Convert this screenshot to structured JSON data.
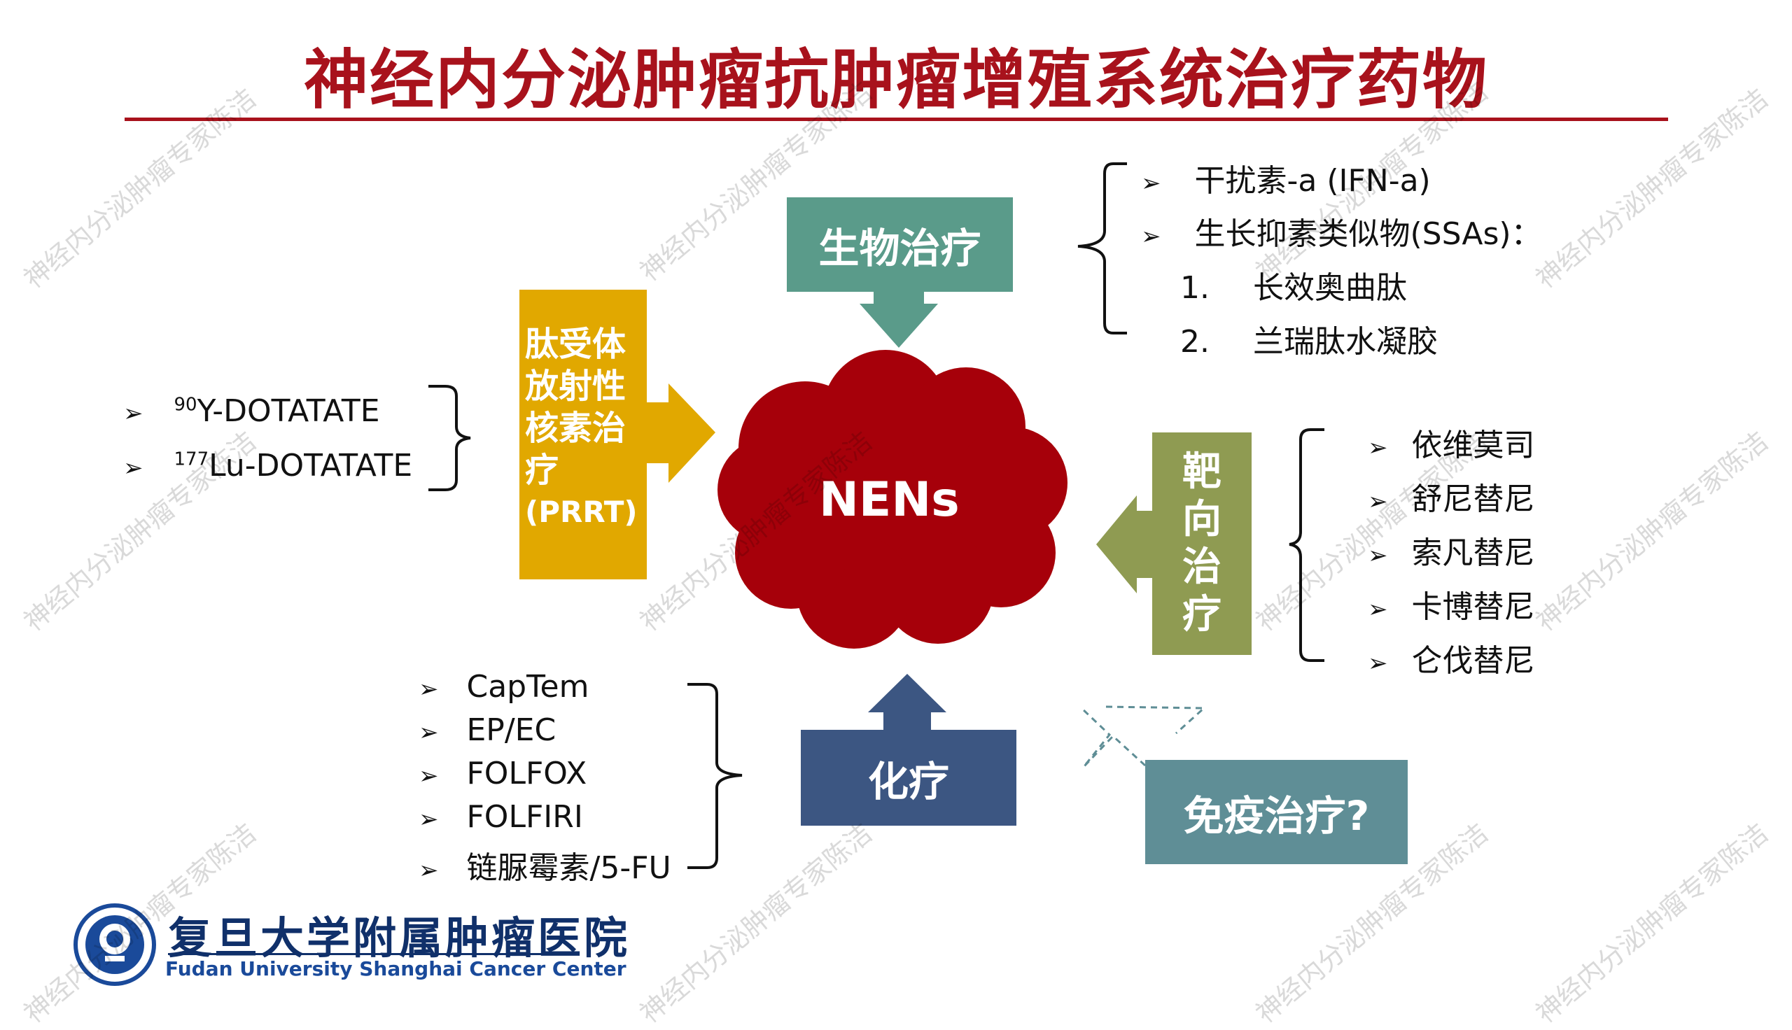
{
  "title": "神经内分泌肿瘤抗肿瘤增殖系统治疗药物",
  "center": "NENs",
  "biological": {
    "label": "生物治疗",
    "items": [
      {
        "bullet": "➢",
        "text": "干扰素-a (IFN-a)"
      },
      {
        "bullet": "➢",
        "text": "生长抑素类似物(SSAs)："
      },
      {
        "bullet": "1.",
        "text": "长效奥曲肽"
      },
      {
        "bullet": "2.",
        "text": "兰瑞肽水凝胶"
      }
    ]
  },
  "prrt": {
    "lines": [
      "肽受体",
      "放射性",
      "核素治",
      "疗",
      "(PRRT)"
    ],
    "items": [
      {
        "mass": "90",
        "text": "Y-DOTATATE"
      },
      {
        "mass": "177",
        "text": "Lu-DOTATATE"
      }
    ]
  },
  "targeted": {
    "chars": [
      "靶",
      "向",
      "治",
      "疗"
    ],
    "items": [
      "依维莫司",
      "舒尼替尼",
      "索凡替尼",
      "卡博替尼",
      "仑伐替尼"
    ]
  },
  "chemo": {
    "label": "化疗",
    "items": [
      "CapTem",
      "EP/EC",
      "FOLFOX",
      "FOLFIRI",
      "链脲霉素/5-FU"
    ]
  },
  "immune": {
    "label": "免疫治疗?"
  },
  "bullet_symbol": "➢",
  "logo": {
    "cn": "复旦大学附属肿瘤医院",
    "en": "Fudan University Shanghai Cancer Center"
  },
  "watermark": "神经内分泌肿瘤专家陈洁",
  "colors": {
    "title": "#a8121c",
    "cloud": "#a6000a",
    "biological": "#5a9b8a",
    "prrt": "#e1a800",
    "targeted": "#8f9b52",
    "chemo": "#3c5682",
    "immune": "#5f8e96"
  }
}
